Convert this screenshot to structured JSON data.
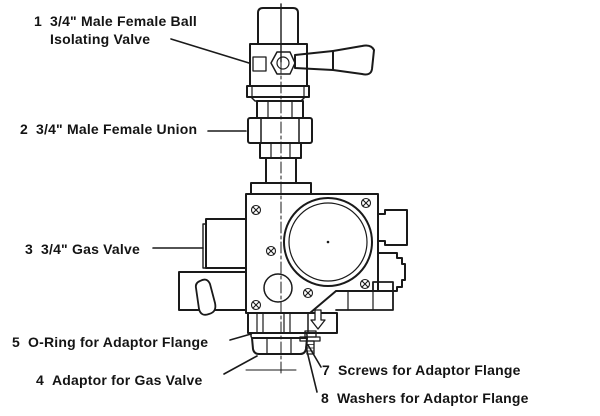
{
  "figure": {
    "colors": {
      "ink": "#1a1a1a",
      "paper": "#ffffff"
    },
    "labels": {
      "item1": {
        "number": "1",
        "line1": "3/4\" Male Female Ball",
        "line2": "Isolating Valve"
      },
      "item2": {
        "number": "2",
        "text": "3/4\" Male Female Union"
      },
      "item3": {
        "number": "3",
        "text": "3/4\" Gas Valve"
      },
      "item5": {
        "number": "5",
        "text": "O-Ring for Adaptor Flange"
      },
      "item4": {
        "number": "4",
        "text": "Adaptor for Gas Valve"
      },
      "item7": {
        "number": "7",
        "text": "Screws for Adaptor Flange"
      },
      "item8": {
        "number": "8",
        "text": "Washers for Adaptor Flange"
      }
    }
  }
}
